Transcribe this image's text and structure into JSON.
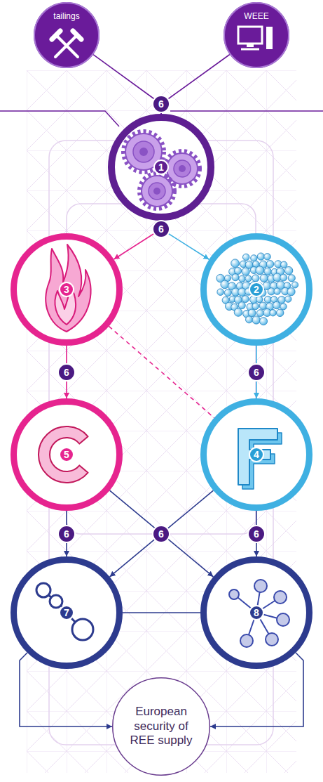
{
  "diagram": {
    "nodes": [
      {
        "text": [
          "tailings"
        ]
      },
      {
        "text": [
          "WEEE"
        ]
      },
      {
        "text": [
          "1"
        ]
      },
      {
        "text": [
          "3"
        ]
      },
      {
        "text": [
          "2"
        ]
      },
      {
        "text": [
          "5"
        ]
      },
      {
        "text": [
          "4"
        ]
      },
      {
        "text": [
          "7"
        ]
      },
      {
        "text": [
          "8"
        ]
      },
      {
        "text": [
          "European security of REE supply"
        ]
      }
    ],
    "edges": [
      {
        "from": 0,
        "to": 2,
        "arrow": "to"
      },
      {
        "from": 1,
        "to": 2,
        "arrow": "to"
      },
      {
        "from": 2,
        "to": 3,
        "arrow": "to"
      },
      {
        "from": 2,
        "to": 4,
        "arrow": "to"
      },
      {
        "from": 3,
        "to": 5,
        "arrow": "to"
      },
      {
        "from": 4,
        "to": 6,
        "arrow": "to"
      },
      {
        "from": 3,
        "to": 6,
        "arrow": "none"
      },
      {
        "from": 5,
        "to": 7,
        "arrow": "to"
      },
      {
        "from": 5,
        "to": 8,
        "arrow": "to"
      },
      {
        "from": 6,
        "to": 7,
        "arrow": "to"
      },
      {
        "from": 6,
        "to": 8,
        "arrow": "to"
      },
      {
        "from": 7,
        "to": 8,
        "arrow": "none"
      },
      {
        "from": 7,
        "to": 9,
        "arrow": "to"
      },
      {
        "from": 8,
        "to": 9,
        "arrow": "to"
      }
    ],
    "labels": [
      "6",
      "6",
      "6",
      "6",
      "6",
      "6",
      "6"
    ]
  }
}
